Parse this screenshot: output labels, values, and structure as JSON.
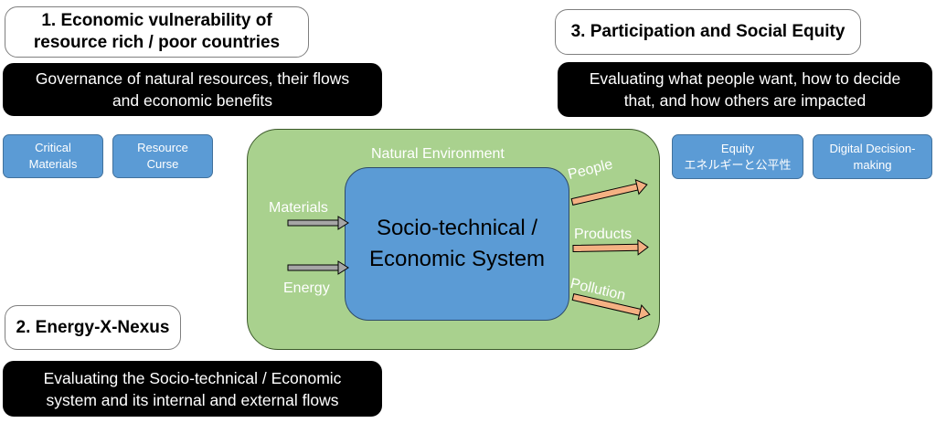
{
  "sections": {
    "economic": {
      "title": "1. Economic vulnerability of\nresource rich / poor countries",
      "description": "Governance of natural resources, their flows\nand economic benefits",
      "tags": [
        "Critical\nMaterials",
        "Resource\nCurse"
      ]
    },
    "nexus": {
      "title": "2. Energy-X-Nexus",
      "description": "Evaluating the Socio-technical / Economic\nsystem and its internal and external flows"
    },
    "participation": {
      "title": "3. Participation and Social Equity",
      "description": "Evaluating what people want, how to decide\nthat, and how others are impacted",
      "tags": [
        "Equity\nエネルギーと公平性",
        "Digital Decision-\nmaking"
      ]
    }
  },
  "diagram": {
    "environment_label": "Natural Environment",
    "system_label": "Socio-technical /\nEconomic System",
    "inputs": [
      "Materials",
      "Energy"
    ],
    "outputs": [
      "People",
      "Products",
      "Pollution"
    ]
  },
  "colors": {
    "environment": "#a9d18e",
    "system": "#5b9bd5",
    "input_arrow": "#a6a6a6",
    "output_arrow": "#f4b183",
    "dark_box": "#000000"
  }
}
